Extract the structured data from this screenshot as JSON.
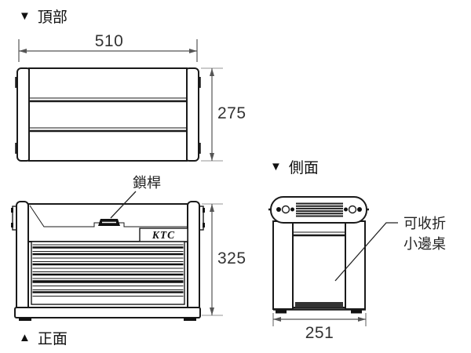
{
  "views": {
    "top": {
      "marker": "▼",
      "title": "頂部",
      "width_dim": "510",
      "depth_dim": "275"
    },
    "front": {
      "marker": "▲",
      "title": "正面",
      "height_dim": "325",
      "lock_label": "鎖桿",
      "logo": "KTC"
    },
    "side": {
      "marker": "▼",
      "title": "側面",
      "width_dim": "251",
      "table_label_line1": "可收折",
      "table_label_line2": "小邊桌"
    }
  },
  "colors": {
    "background": "#ffffff",
    "outline": "#1a1a1a",
    "dimension": "#555555",
    "text": "#222222"
  }
}
